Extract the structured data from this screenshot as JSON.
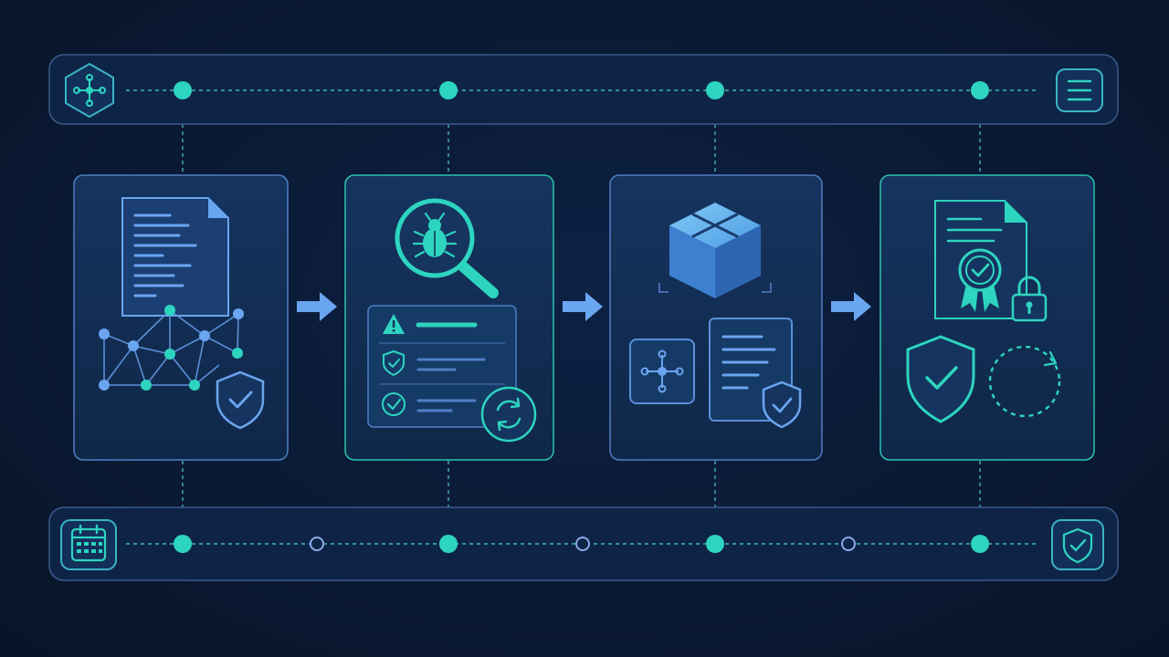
{
  "colors": {
    "background": "#0a1a35",
    "bar_fill": "#0e2446",
    "bar_stroke": "#3a5a8a",
    "teal": "#2dd4bf",
    "blue": "#6aa5f0",
    "panel_fill": "#12305a",
    "panel_stroke_blue": "#4f7fc4",
    "panel_stroke_teal": "#2bc3ad",
    "lilac": "#8ea8e8"
  },
  "top_bar": {
    "left_icon": "network-hub-icon",
    "right_icon": "menu-icon",
    "node_count": 4
  },
  "bottom_bar": {
    "left_icon": "calendar-icon",
    "right_icon": "shield-check-icon",
    "major_node_count": 4,
    "minor_node_count": 3
  },
  "stages": [
    {
      "id": "stage-1",
      "icons": [
        "code-document-icon",
        "network-graph-icon",
        "shield-check-icon"
      ]
    },
    {
      "id": "stage-2",
      "icons": [
        "bug-search-icon",
        "warning-icon",
        "shield-check-icon",
        "check-circle-icon",
        "refresh-icon"
      ]
    },
    {
      "id": "stage-3",
      "icons": [
        "package-box-icon",
        "network-hub-icon",
        "document-shield-icon"
      ]
    },
    {
      "id": "stage-4",
      "icons": [
        "certificate-icon",
        "lock-icon",
        "shield-check-icon",
        "loading-circle-icon"
      ]
    }
  ],
  "connectors": [
    "arrow-right-icon",
    "arrow-right-icon",
    "arrow-right-icon"
  ]
}
